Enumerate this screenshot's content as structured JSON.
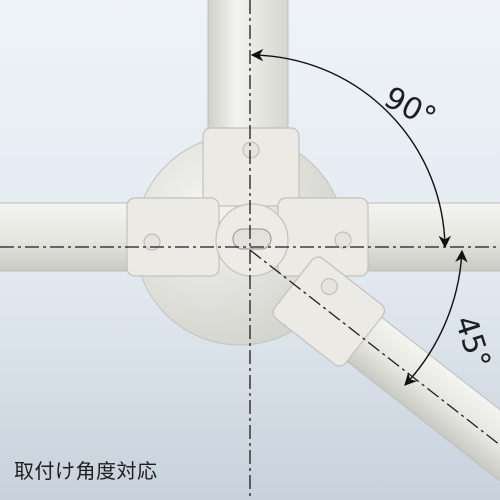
{
  "angles": {
    "upper_label": "90°",
    "lower_label": "45°"
  },
  "caption": "取付け角度対応",
  "colors": {
    "background_top": "#eef3f8",
    "background_bottom": "#c8d2dc",
    "pipe": "#e8e8e4",
    "pipe_shade": "#cfcfc9",
    "joint": "#ecebe6",
    "centerline": "#1c1c1c",
    "arrow": "#111111",
    "text": "#1e1e1e"
  }
}
